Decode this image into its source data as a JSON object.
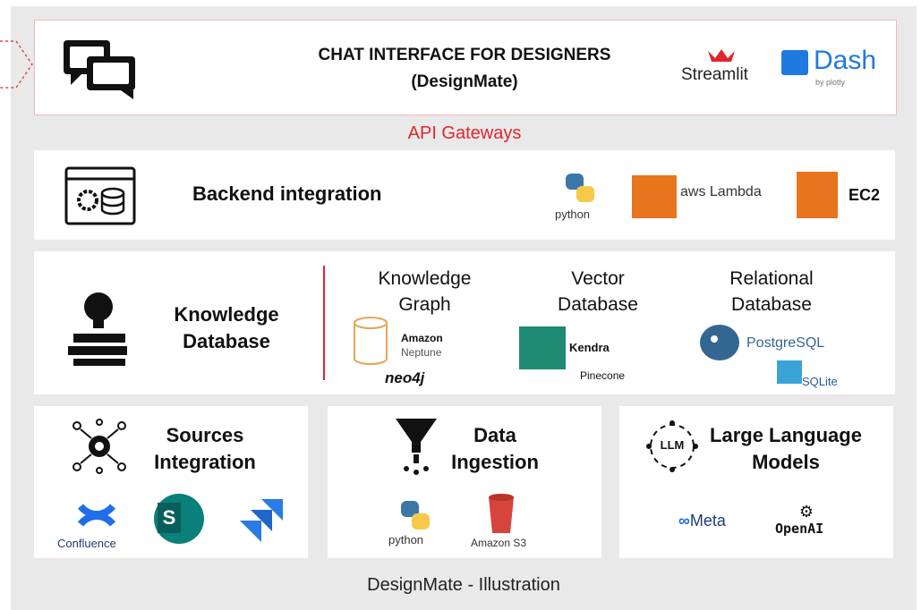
{
  "colors": {
    "accent_red": "#e0262d",
    "frame_bg": "#e9e9e9",
    "panel_bg": "#ffffff",
    "python_blue": "#3b77a8",
    "python_yellow": "#f6c94a",
    "aws_orange": "#e8741d",
    "confluence_blue": "#1f6feb",
    "sharepoint_teal": "#0b7f7a",
    "jira_blue": "#2a7be3",
    "amazon_s3_red": "#d6453b"
  },
  "chat": {
    "title_line1": "CHAT INTERFACE FOR DESIGNERS",
    "title_line2": "(DesignMate)",
    "logos": {
      "streamlit_text": "Streamlit",
      "dash_text": "Dash",
      "dash_sub": "by plotly"
    },
    "icon": "chat-bubbles-icon"
  },
  "api_gateway_label": "API Gateways",
  "backend": {
    "title": "Backend integration",
    "logos": {
      "python_text": "python",
      "aws_lambda_text": "aws Lambda",
      "ec2_text": "EC2"
    },
    "icon": "gear-database-icon"
  },
  "knowledge_db": {
    "title_line1": "Knowledge",
    "title_line2": "Database",
    "icon": "lightbulb-books-icon",
    "columns": [
      {
        "title_line1": "Knowledge",
        "title_line2": "Graph",
        "logos": [
          "Amazon",
          "Neptune",
          "neo4j"
        ]
      },
      {
        "title_line1": "Vector",
        "title_line2": "Database",
        "logos": [
          "Kendra",
          "Pinecone"
        ]
      },
      {
        "title_line1": "Relational",
        "title_line2": "Database",
        "logos": [
          "PostgreSQL",
          "SQLite"
        ]
      }
    ]
  },
  "sources": {
    "title_line1": "Sources",
    "title_line2": "Integration",
    "icon": "gear-network-icon",
    "logos": {
      "confluence_text": "Confluence",
      "sharepoint_letter": "S"
    }
  },
  "ingestion": {
    "title_line1": "Data",
    "title_line2": "Ingestion",
    "icon": "funnel-icon",
    "logos": {
      "python_text": "python",
      "s3_text": "Amazon S3"
    }
  },
  "llm": {
    "title_line1": "Large Language",
    "title_line2": "Models",
    "icon_text": "LLM",
    "logos": {
      "meta_text": "Meta",
      "openai_text": "OpenAI"
    }
  },
  "caption": "DesignMate - Illustration"
}
